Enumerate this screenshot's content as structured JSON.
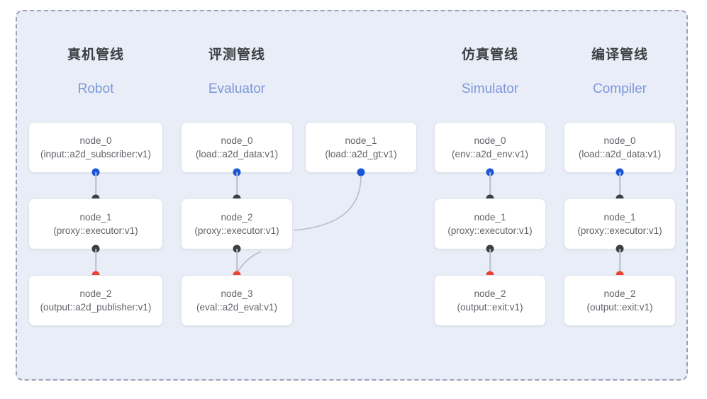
{
  "diagram": {
    "container_label": "pipeline-dashed-container",
    "background_color": "#e9edf8",
    "border_color": "#9aa3b5",
    "port_in_color": "#1a56d6",
    "port_mid_color": "#3c4043",
    "port_out_color": "#ea4335",
    "edge_color": "#b7bdc9"
  },
  "columns": [
    {
      "title": "真机管线",
      "subtitle": "Robot",
      "nodes": [
        {
          "name": "node_0",
          "type": "(input::a2d_subscriber:v1)"
        },
        {
          "name": "node_1",
          "type": "(proxy::executor:v1)"
        },
        {
          "name": "node_2",
          "type": "(output::a2d_publisher:v1)"
        }
      ]
    },
    {
      "title": "评测管线",
      "subtitle": "Evaluator",
      "nodes": [
        {
          "name": "node_0",
          "type": "(load::a2d_data:v1)"
        },
        {
          "name": "node_2",
          "type": "(proxy::executor:v1)"
        },
        {
          "name": "node_3",
          "type": "(eval::a2d_eval:v1)"
        }
      ],
      "extra_node": {
        "name": "node_1",
        "type": "(load::a2d_gt:v1)"
      }
    },
    {
      "title": "仿真管线",
      "subtitle": "Simulator",
      "nodes": [
        {
          "name": "node_0",
          "type": "(env::a2d_env:v1)"
        },
        {
          "name": "node_1",
          "type": "(proxy::executor:v1)"
        },
        {
          "name": "node_2",
          "type": "(output::exit:v1)"
        }
      ]
    },
    {
      "title": "编译管线",
      "subtitle": "Compiler",
      "nodes": [
        {
          "name": "node_0",
          "type": "(load::a2d_data:v1)"
        },
        {
          "name": "node_1",
          "type": "(proxy::executor:v1)"
        },
        {
          "name": "node_2",
          "type": "(output::exit:v1)"
        }
      ]
    }
  ]
}
